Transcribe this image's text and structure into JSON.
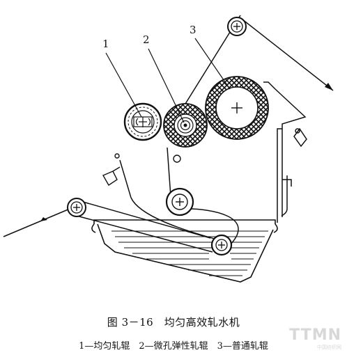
{
  "labels": {
    "roller1": "1",
    "roller2": "2",
    "roller3": "3"
  },
  "caption": {
    "title": "图 3－16　均匀高效轧水机",
    "legend": "1—均匀轧辊　2—微孔弹性轧辊　3—普通轧辊"
  },
  "watermark": {
    "brand": "TTMN",
    "sub": "中国纺织网"
  },
  "colors": {
    "line": "#111111",
    "paper": "#ffffff"
  }
}
